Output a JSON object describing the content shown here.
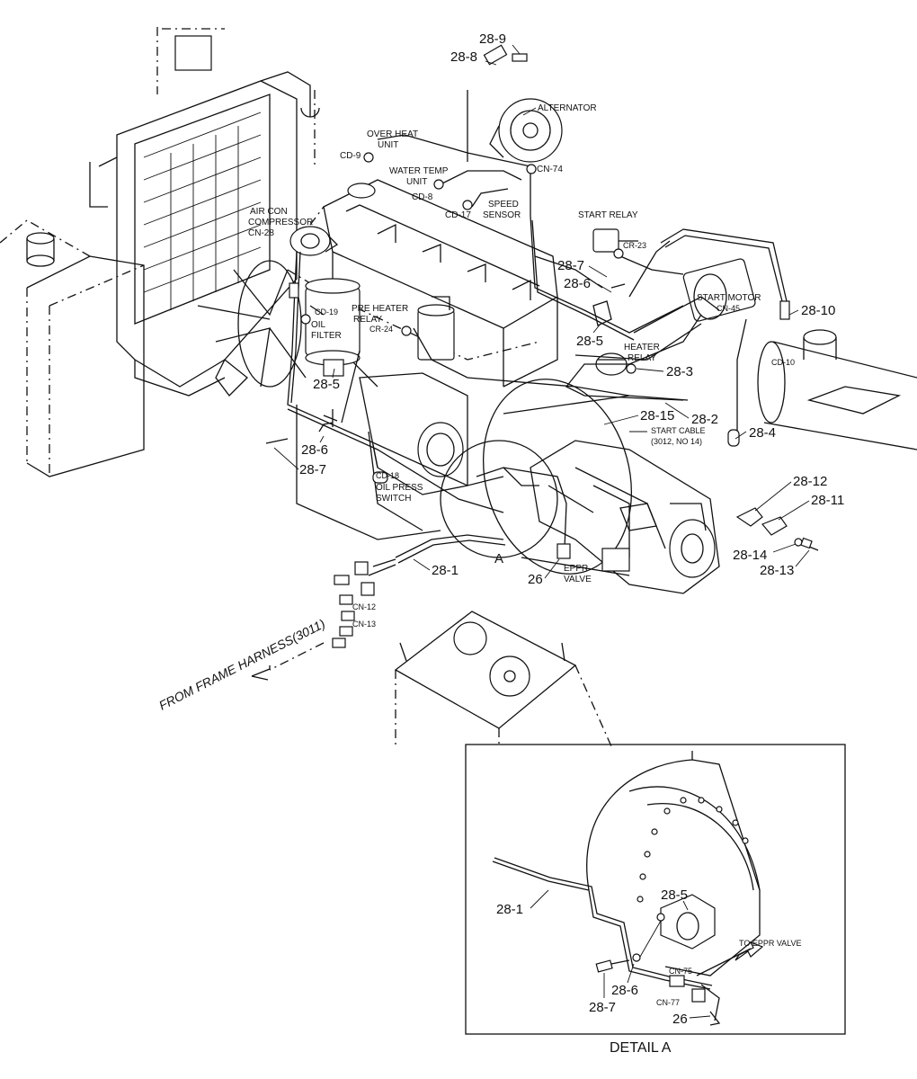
{
  "callouts": {
    "p28_9": "28-9",
    "p28_8": "28-8",
    "p28_7_top": "28-7",
    "p28_6_top": "28-6",
    "p28_10": "28-10",
    "p28_5_right": "28-5",
    "p28_3": "28-3",
    "p28_5_left": "28-5",
    "p28_2": "28-2",
    "p28_15": "28-15",
    "p28_4": "28-4",
    "p28_6_left": "28-6",
    "p28_7_left": "28-7",
    "p28_12": "28-12",
    "p28_11": "28-11",
    "p28_14": "28-14",
    "p28_13": "28-13",
    "p28_1": "28-1",
    "detail_marker": "A",
    "p26": "26"
  },
  "components": {
    "alternator": "ALTERNATOR",
    "over_heat_1": "OVER HEAT",
    "over_heat_2": "UNIT",
    "cd9": "CD-9",
    "water_temp_1": "WATER TEMP",
    "water_temp_2": "UNIT",
    "cd8": "CD-8",
    "cn74": "CN-74",
    "speed_1": "SPEED",
    "speed_2": "SENSOR",
    "cd17": "CD-17",
    "aircon_1": "AIR CON",
    "aircon_2": "COMPRESSOR",
    "cn28": "CN-28",
    "start_relay": "START RELAY",
    "cr23": "CR-23",
    "start_motor": "START MOTOR",
    "cn45": "CN-45",
    "cd19": "CD-19",
    "oil_1": "OIL",
    "oil_2": "FILTER",
    "preheater_1": "PRE HEATER",
    "preheater_2": "RELAY",
    "cr24": "CR-24",
    "heater_1": "HEATER",
    "heater_2": "RELAY",
    "cd10": "CD-10",
    "start_cable_1": "START CABLE",
    "start_cable_2": "(3012, NO 14)",
    "cd18": "CD-18",
    "oilpress_1": "OIL PRESS",
    "oilpress_2": "SWITCH",
    "eppr_1": "EPPR",
    "eppr_2": "VALVE",
    "cn12": "CN-12",
    "cn13": "CN-13",
    "from_frame": "FROM FRAME HARNESS(3011)"
  },
  "detail": {
    "p28_1": "28-1",
    "p28_5": "28-5",
    "p28_6": "28-6",
    "p28_7": "28-7",
    "p26": "26",
    "to_eppr": "TO EPPR VALVE",
    "cn75": "CN-75",
    "cn77": "CN-77",
    "caption": "DETAIL A"
  }
}
